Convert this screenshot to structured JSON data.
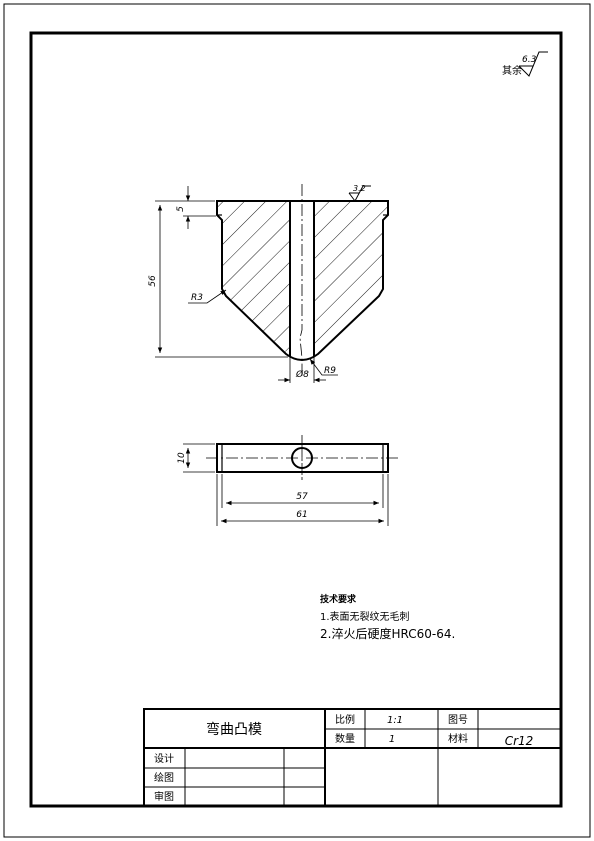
{
  "surface_finish": {
    "rest_label": "其余",
    "rest_value": "6.3",
    "bore_value": "3.2"
  },
  "dimensions": {
    "flange_height": "5",
    "total_height": "56",
    "fillet_radius": "R3",
    "tip_radius": "R9",
    "bore_diameter": "Ø8",
    "thickness": "10",
    "inner_length": "57",
    "total_length": "61"
  },
  "notes": {
    "title": "技术要求",
    "items": [
      "1.表面无裂纹无毛刺",
      "2.淬火后硬度HRC60-64."
    ]
  },
  "title_block": {
    "part_name": "弯曲凸模",
    "scale_label": "比例",
    "scale_value": "1:1",
    "quantity_label": "数量",
    "quantity_value": "1",
    "drawing_no_label": "图号",
    "drawing_no_value": "",
    "material_label": "材料",
    "material_value": "Cr12",
    "designed_label": "设计",
    "drawn_label": "绘图",
    "checked_label": "审图"
  }
}
